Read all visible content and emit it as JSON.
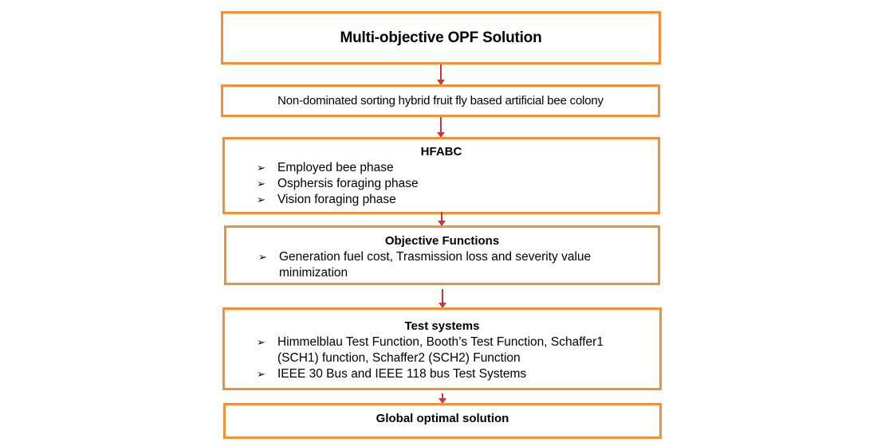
{
  "diagram": {
    "colors": {
      "box_border": "#F0913A",
      "arrow": "#C0393B",
      "text": "#000000",
      "background": "#ffffff"
    },
    "nodes": [
      {
        "id": "multi-objective-opf",
        "title": "Multi-objective OPF Solution"
      },
      {
        "id": "ns-hfabc",
        "text": "Non-dominated sorting hybrid fruit fly based artificial bee colony"
      },
      {
        "id": "hfabc",
        "title": "HFABC",
        "items": [
          "Employed bee phase",
          "Osphersis foraging phase",
          "Vision foraging phase"
        ]
      },
      {
        "id": "objective-functions",
        "title": "Objective Functions",
        "items": [
          "Generation fuel cost, Trasmission loss and severity value minimization"
        ]
      },
      {
        "id": "test-systems",
        "title": "Test systems",
        "items": [
          "Himmelblau Test Function, Booth’s Test Function, Schaffer1 (SCH1) function, Schaffer2 (SCH2) Function",
          "IEEE 30 Bus and IEEE 118 bus Test Systems"
        ]
      },
      {
        "id": "global-optimal",
        "title": "Global optimal solution"
      }
    ],
    "edges": [
      {
        "from": "multi-objective-opf",
        "to": "ns-hfabc"
      },
      {
        "from": "ns-hfabc",
        "to": "hfabc"
      },
      {
        "from": "hfabc",
        "to": "objective-functions"
      },
      {
        "from": "objective-functions",
        "to": "test-systems"
      },
      {
        "from": "test-systems",
        "to": "global-optimal"
      }
    ],
    "bullet_glyph": "➢"
  }
}
